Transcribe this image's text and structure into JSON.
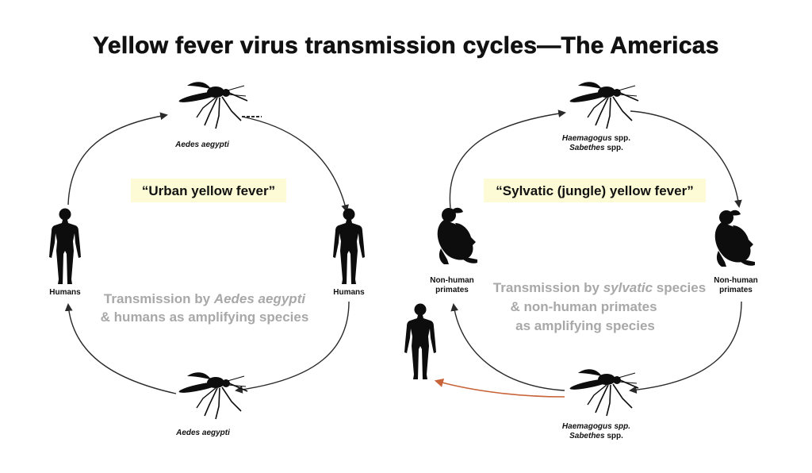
{
  "title": "Yellow fever virus transmission cycles—The Americas",
  "colors": {
    "highlight": "#fdfbd6",
    "arrow": "#2a2a2a",
    "spillover_arrow": "#c8643a",
    "description_text": "#a8a8a8"
  },
  "urban": {
    "name": "“Urban yellow fever”",
    "top_vector": "Aedes aegypti",
    "bottom_vector": "Aedes aegypti",
    "left_host": "Humans",
    "right_host": "Humans",
    "description": {
      "line1_prefix": "Transmission by ",
      "line1_italic": "Aedes aegypti",
      "line2": "& humans as amplifying species"
    }
  },
  "sylvatic": {
    "name": "“Sylvatic (jungle) yellow fever”",
    "top_vector_line1_italic": "Haemagogus",
    "top_vector_line1_rest": " spp.",
    "top_vector_line2_italic": "Sabethes",
    "top_vector_line2_rest": " spp.",
    "bottom_vector_line1": "Haemagogus spp.",
    "bottom_vector_line2_italic": "Sabethes",
    "bottom_vector_line2_rest": " spp.",
    "left_host_line1": "Non-human",
    "left_host_line2": "primates",
    "right_host_line1": "Non-human",
    "right_host_line2": "primates",
    "description": {
      "line1_prefix": "Transmission by ",
      "line1_italic": "sylvatic",
      "line1_suffix": " species",
      "line2": "& non-human primates",
      "line3": "as amplifying species"
    }
  },
  "icons": [
    "mosquito-icon",
    "human-icon",
    "monkey-icon"
  ]
}
